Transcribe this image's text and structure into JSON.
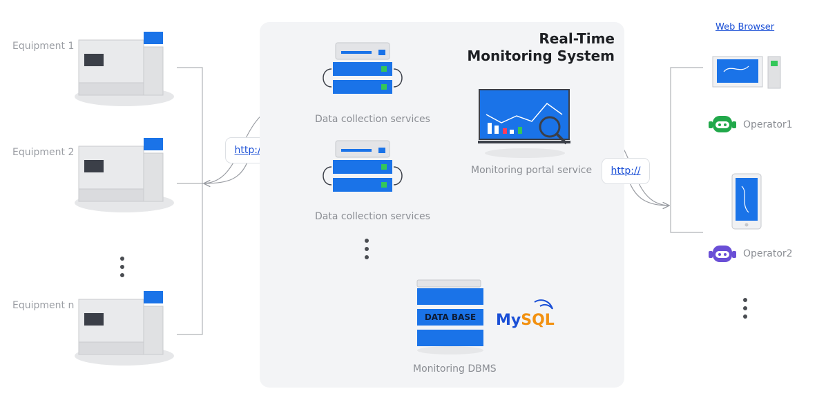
{
  "equipment": [
    {
      "label": "Equipment 1"
    },
    {
      "label": "Equipment 2"
    },
    {
      "label": "Equipment n"
    }
  ],
  "system": {
    "title_line1": "Real-Time",
    "title_line2": "Monitoring System",
    "collection_label_1": "Data collection services",
    "collection_label_2": "Data collection services",
    "portal_label": "Monitoring portal service",
    "db_label": "DATA BASE",
    "dbms_label": "Monitoring DBMS",
    "mysql_text_a": "My",
    "mysql_text_b": "SQL"
  },
  "http_left": "http://",
  "http_right": "http://",
  "browser": {
    "link": "Web Browser",
    "operator1": "Operator1",
    "operator2": "Operator2"
  },
  "colors": {
    "accent_blue": "#1a73e8",
    "operator1_green": "#21a84a",
    "operator2_purple": "#6a4fd6",
    "panel_bg": "#f3f4f6"
  }
}
